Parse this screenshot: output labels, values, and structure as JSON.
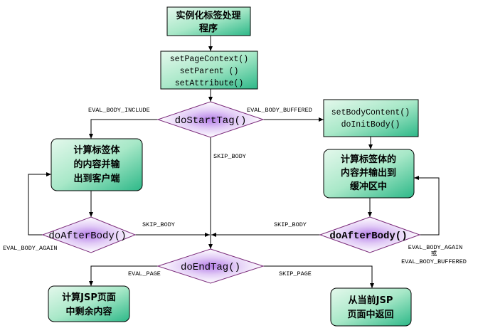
{
  "nodes": {
    "start": {
      "lines": [
        "实例化标签处理",
        "程序"
      ]
    },
    "setters": {
      "lines": [
        "setPageContext()",
        "setParent ()",
        "setAttribute()"
      ]
    },
    "do_start_tag": {
      "label": "doStartTag()"
    },
    "set_body_content": {
      "lines": [
        "setBodyContent()",
        "doInitBody()"
      ]
    },
    "compute_body_output": {
      "lines": [
        "计算标签体",
        "的内容并输",
        "出到客户端"
      ]
    },
    "compute_body_buffer": {
      "lines": [
        "计算标签体的",
        "内容并输出到",
        "缓冲区中"
      ]
    },
    "do_after_body_left": {
      "label": "doAfterBody()"
    },
    "do_after_body_right": {
      "label": "doAfterBody()"
    },
    "do_end_tag": {
      "label": "doEndTag()"
    },
    "eval_rest": {
      "lines": [
        "计算JSP页面",
        "中剩余内容"
      ]
    },
    "return_page": {
      "lines": [
        "从当前JSP",
        "页面中返回"
      ]
    }
  },
  "edges": {
    "eval_body_include": "EVAL_BODY_INCLUDE",
    "eval_body_buffered": "EVAL_BODY_BUFFERED",
    "skip_body_center": "SKIP_BODY",
    "skip_body_left": "SKIP_BODY",
    "skip_body_right": "SKIP_BODY",
    "eval_body_again_left": "EVAL_BODY_AGAIN",
    "eval_body_again_right": [
      "EVAL_BODY_AGAIN",
      "或",
      "EVAL_BODY_BUFFERED"
    ],
    "eval_page": "EVAL_PAGE",
    "skip_page": "SKIP_PAGE"
  },
  "colors": {
    "box_light": "#d8f5e4",
    "box_dark": "#2db888",
    "diamond_center": "#b57fe8",
    "diamond_edge": "#ffffff"
  }
}
